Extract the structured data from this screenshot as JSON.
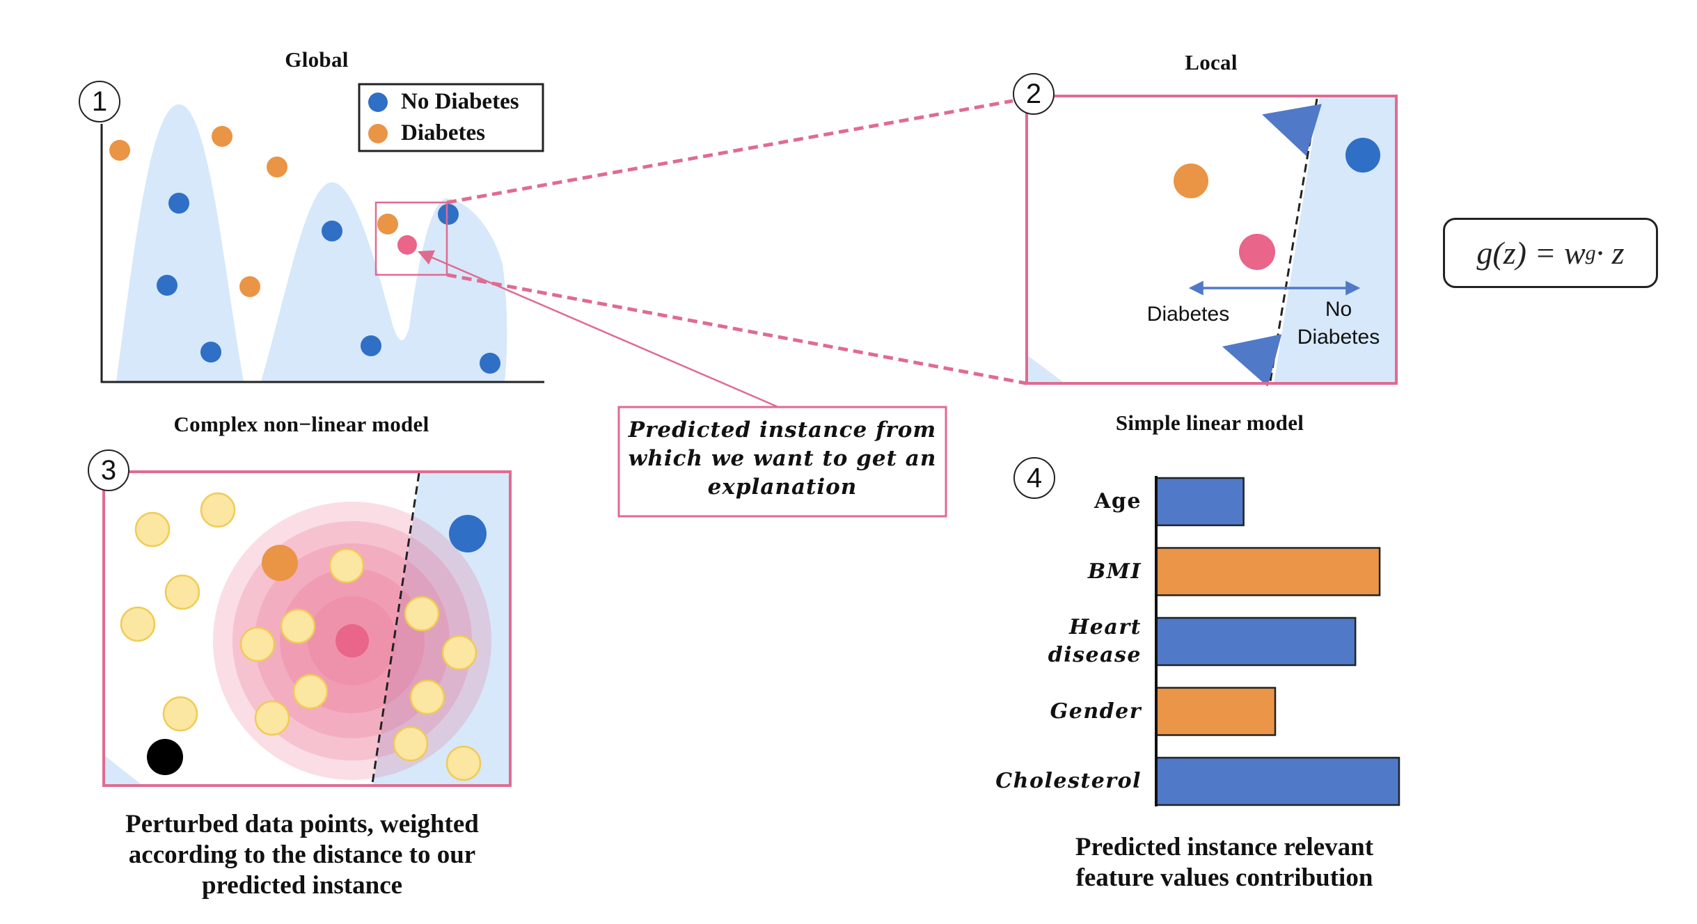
{
  "colors": {
    "no_diabetes": "#2f6fc6",
    "diabetes": "#ea9445",
    "instance": "#e9658a",
    "region_fill": "#d6e8fa",
    "frame": "#e06b90",
    "perturbed_fill": "#fbe6a2",
    "perturbed_stroke": "#f0cb55",
    "bar_blue": "#5079c8",
    "bar_orange": "#ea9548",
    "far_point": "#000000"
  },
  "panel1": {
    "badge": "1",
    "title": "Global",
    "caption": "Complex non−linear model",
    "legend": [
      {
        "label": "No Diabetes",
        "class": "no_diabetes"
      },
      {
        "label": "Diabetes",
        "class": "diabetes"
      }
    ]
  },
  "panel2": {
    "badge": "2",
    "title": "Local",
    "caption": "Simple linear model",
    "left_label": "Diabetes",
    "right_label": "No\nDiabetes"
  },
  "formula": {
    "lhs": "g(z) = w",
    "subscript": "g",
    "rhs": " · z"
  },
  "callout": {
    "text": "Predicted instance from\nwhich we want to get an\nexplanation"
  },
  "panel3": {
    "badge": "3",
    "caption": "Perturbed data points,  weighted\naccording  to the distance to our\npredicted instance"
  },
  "panel4": {
    "badge": "4",
    "caption": "Predicted instance relevant\nfeature values contribution"
  },
  "chart_data": {
    "type": "bar",
    "orientation": "horizontal",
    "title": "Predicted instance relevant feature values contribution",
    "xlabel": "",
    "ylabel": "",
    "categories": [
      "Age",
      "BMI",
      "Heart\ndisease",
      "Gender",
      "Cholesterol"
    ],
    "values": [
      0.36,
      0.92,
      0.82,
      0.49,
      1.0
    ],
    "bar_classes": [
      "no_diabetes",
      "diabetes",
      "no_diabetes",
      "diabetes",
      "no_diabetes"
    ],
    "xlim": [
      0,
      1
    ],
    "grid": false,
    "legend": "none",
    "value_note": "relative bar lengths, no axis ticks shown"
  }
}
